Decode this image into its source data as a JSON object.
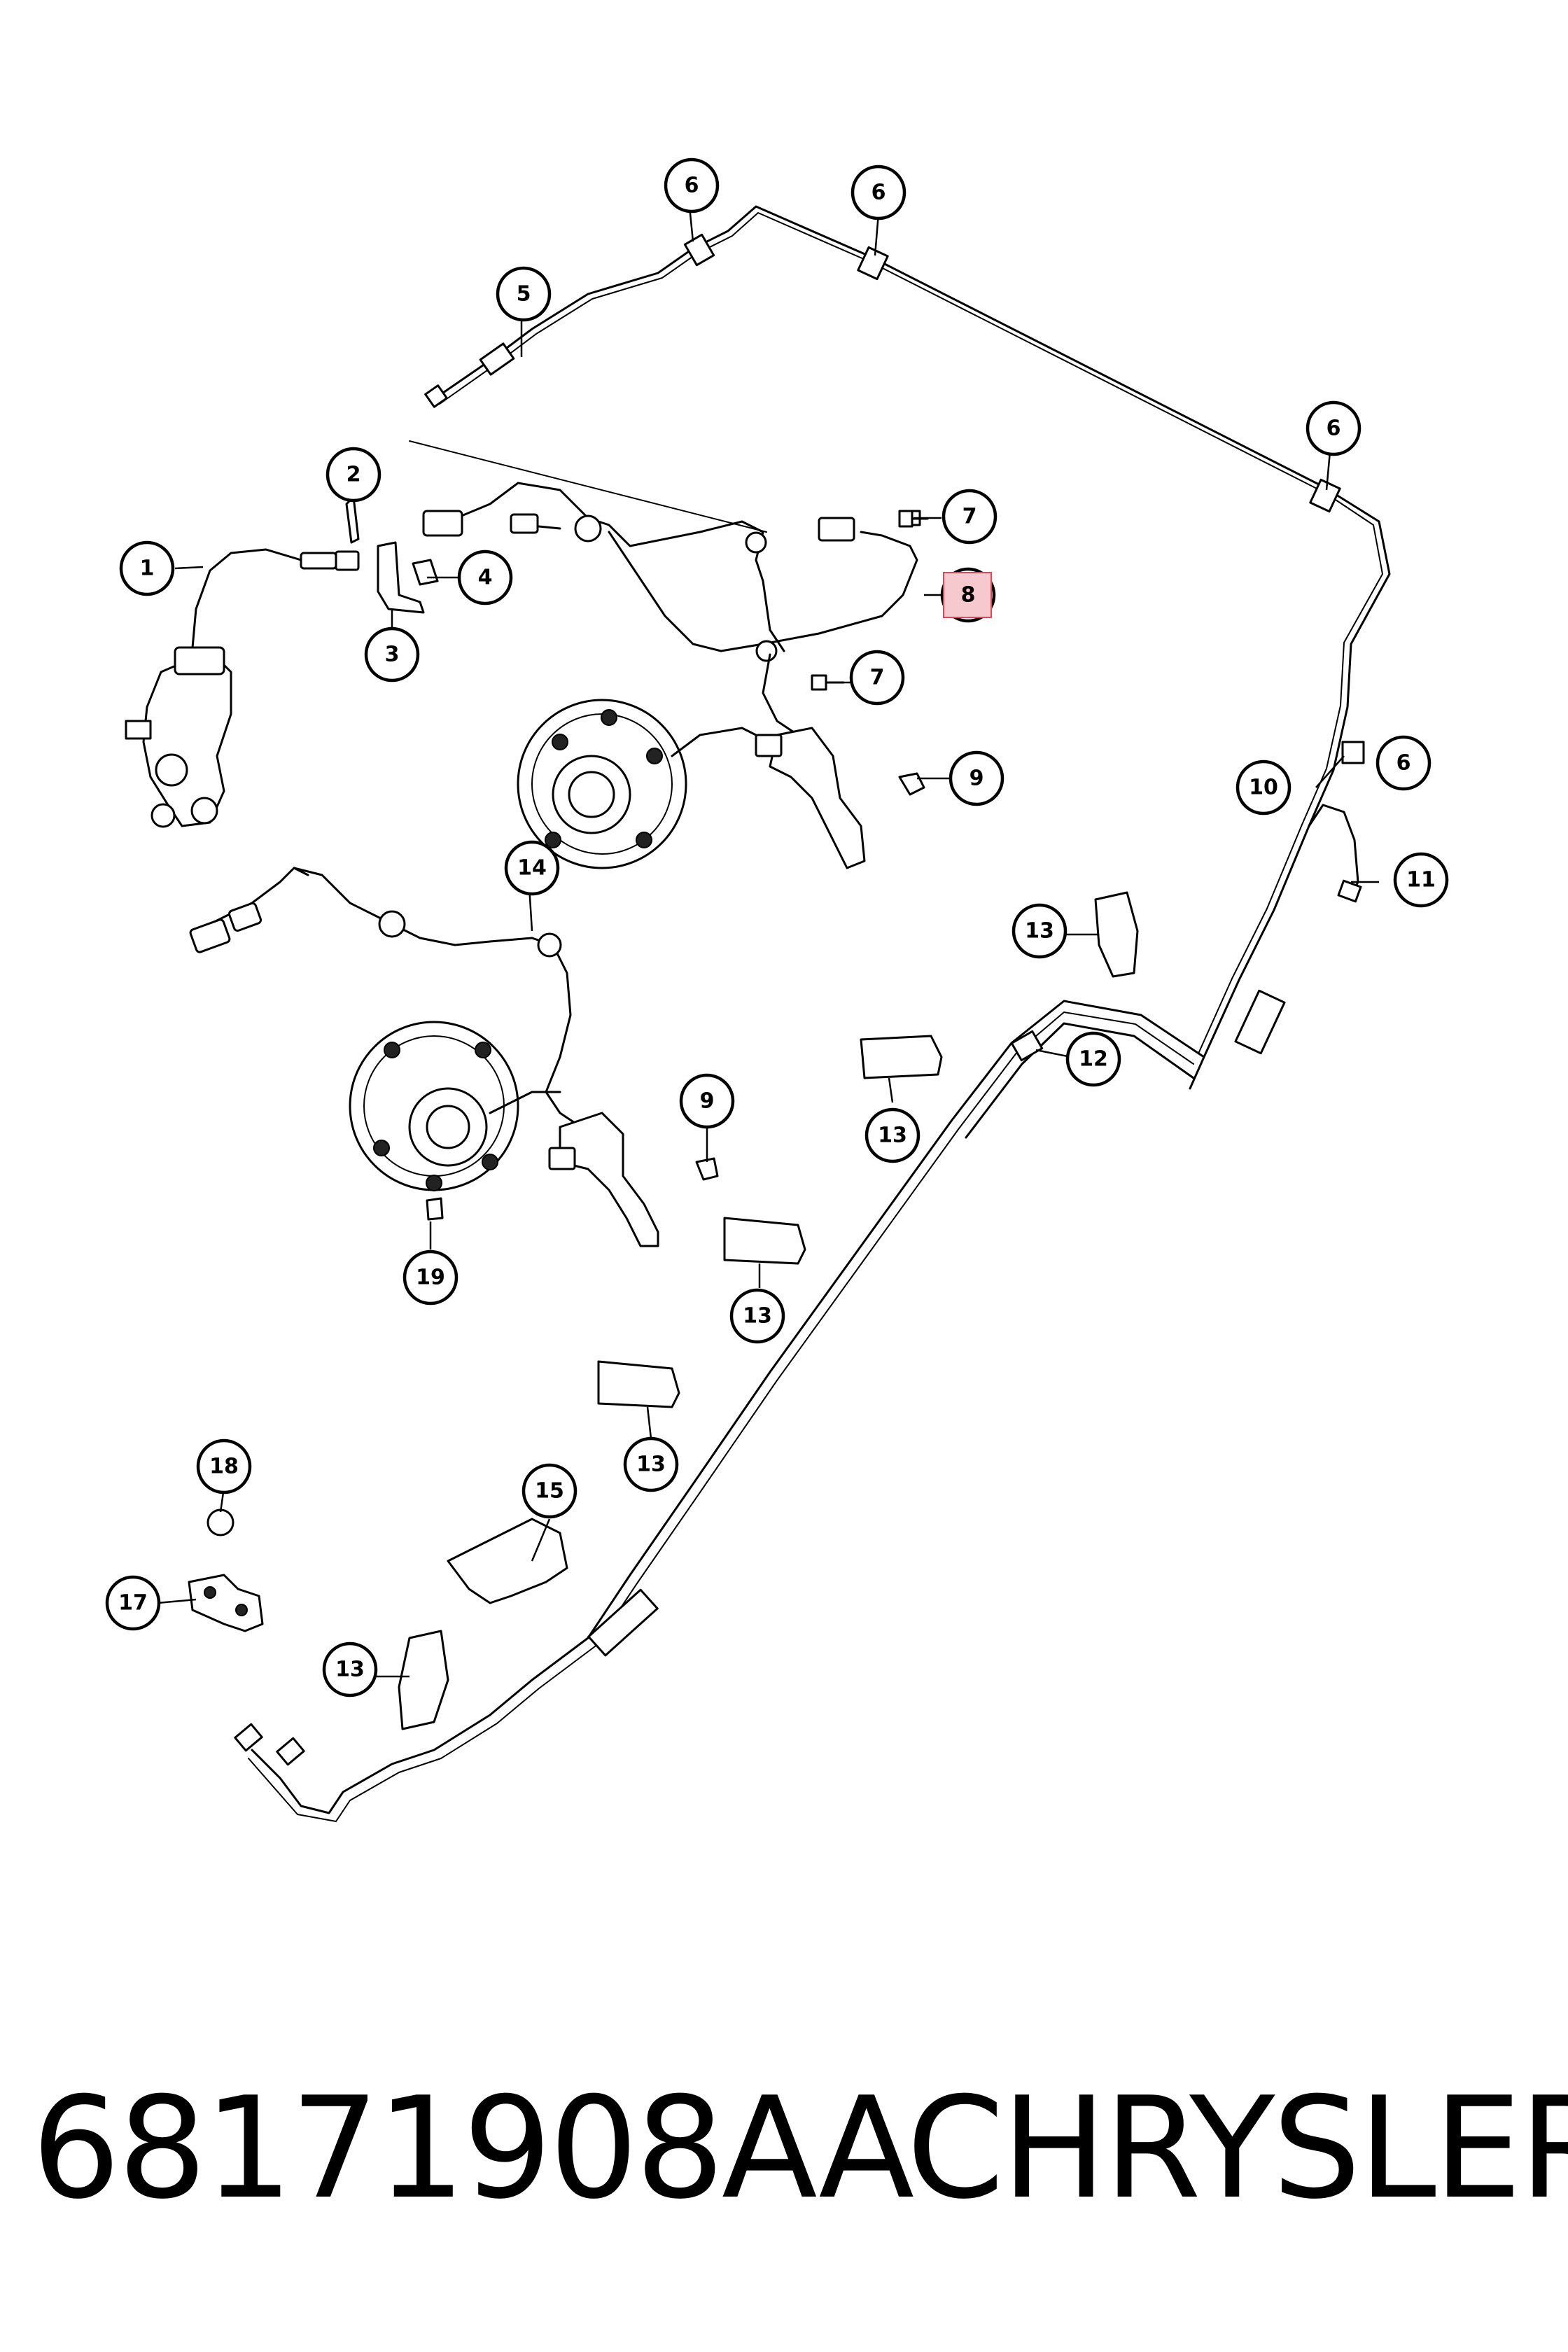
{
  "diagram": {
    "callouts": [
      {
        "id": "c1",
        "label": "1"
      },
      {
        "id": "c2",
        "label": "2"
      },
      {
        "id": "c3",
        "label": "3"
      },
      {
        "id": "c4",
        "label": "4"
      },
      {
        "id": "c5",
        "label": "5"
      },
      {
        "id": "c6a",
        "label": "6"
      },
      {
        "id": "c6b",
        "label": "6"
      },
      {
        "id": "c6c",
        "label": "6"
      },
      {
        "id": "c6d",
        "label": "6"
      },
      {
        "id": "c7a",
        "label": "7"
      },
      {
        "id": "c7b",
        "label": "7"
      },
      {
        "id": "c8",
        "label": "8",
        "highlighted": true
      },
      {
        "id": "c9a",
        "label": "9"
      },
      {
        "id": "c9b",
        "label": "9"
      },
      {
        "id": "c10",
        "label": "10"
      },
      {
        "id": "c11",
        "label": "11"
      },
      {
        "id": "c12",
        "label": "12"
      },
      {
        "id": "c13a",
        "label": "13"
      },
      {
        "id": "c13b",
        "label": "13"
      },
      {
        "id": "c13c",
        "label": "13"
      },
      {
        "id": "c13d",
        "label": "13"
      },
      {
        "id": "c13e",
        "label": "13"
      },
      {
        "id": "c14",
        "label": "14"
      },
      {
        "id": "c15",
        "label": "15"
      },
      {
        "id": "c17",
        "label": "17"
      },
      {
        "id": "c18",
        "label": "18"
      },
      {
        "id": "c19",
        "label": "19"
      }
    ],
    "highlight_color": "#f6c9cf"
  },
  "footer": {
    "part_number": "68171908AA",
    "manufacturer": "CHRYSLER"
  }
}
